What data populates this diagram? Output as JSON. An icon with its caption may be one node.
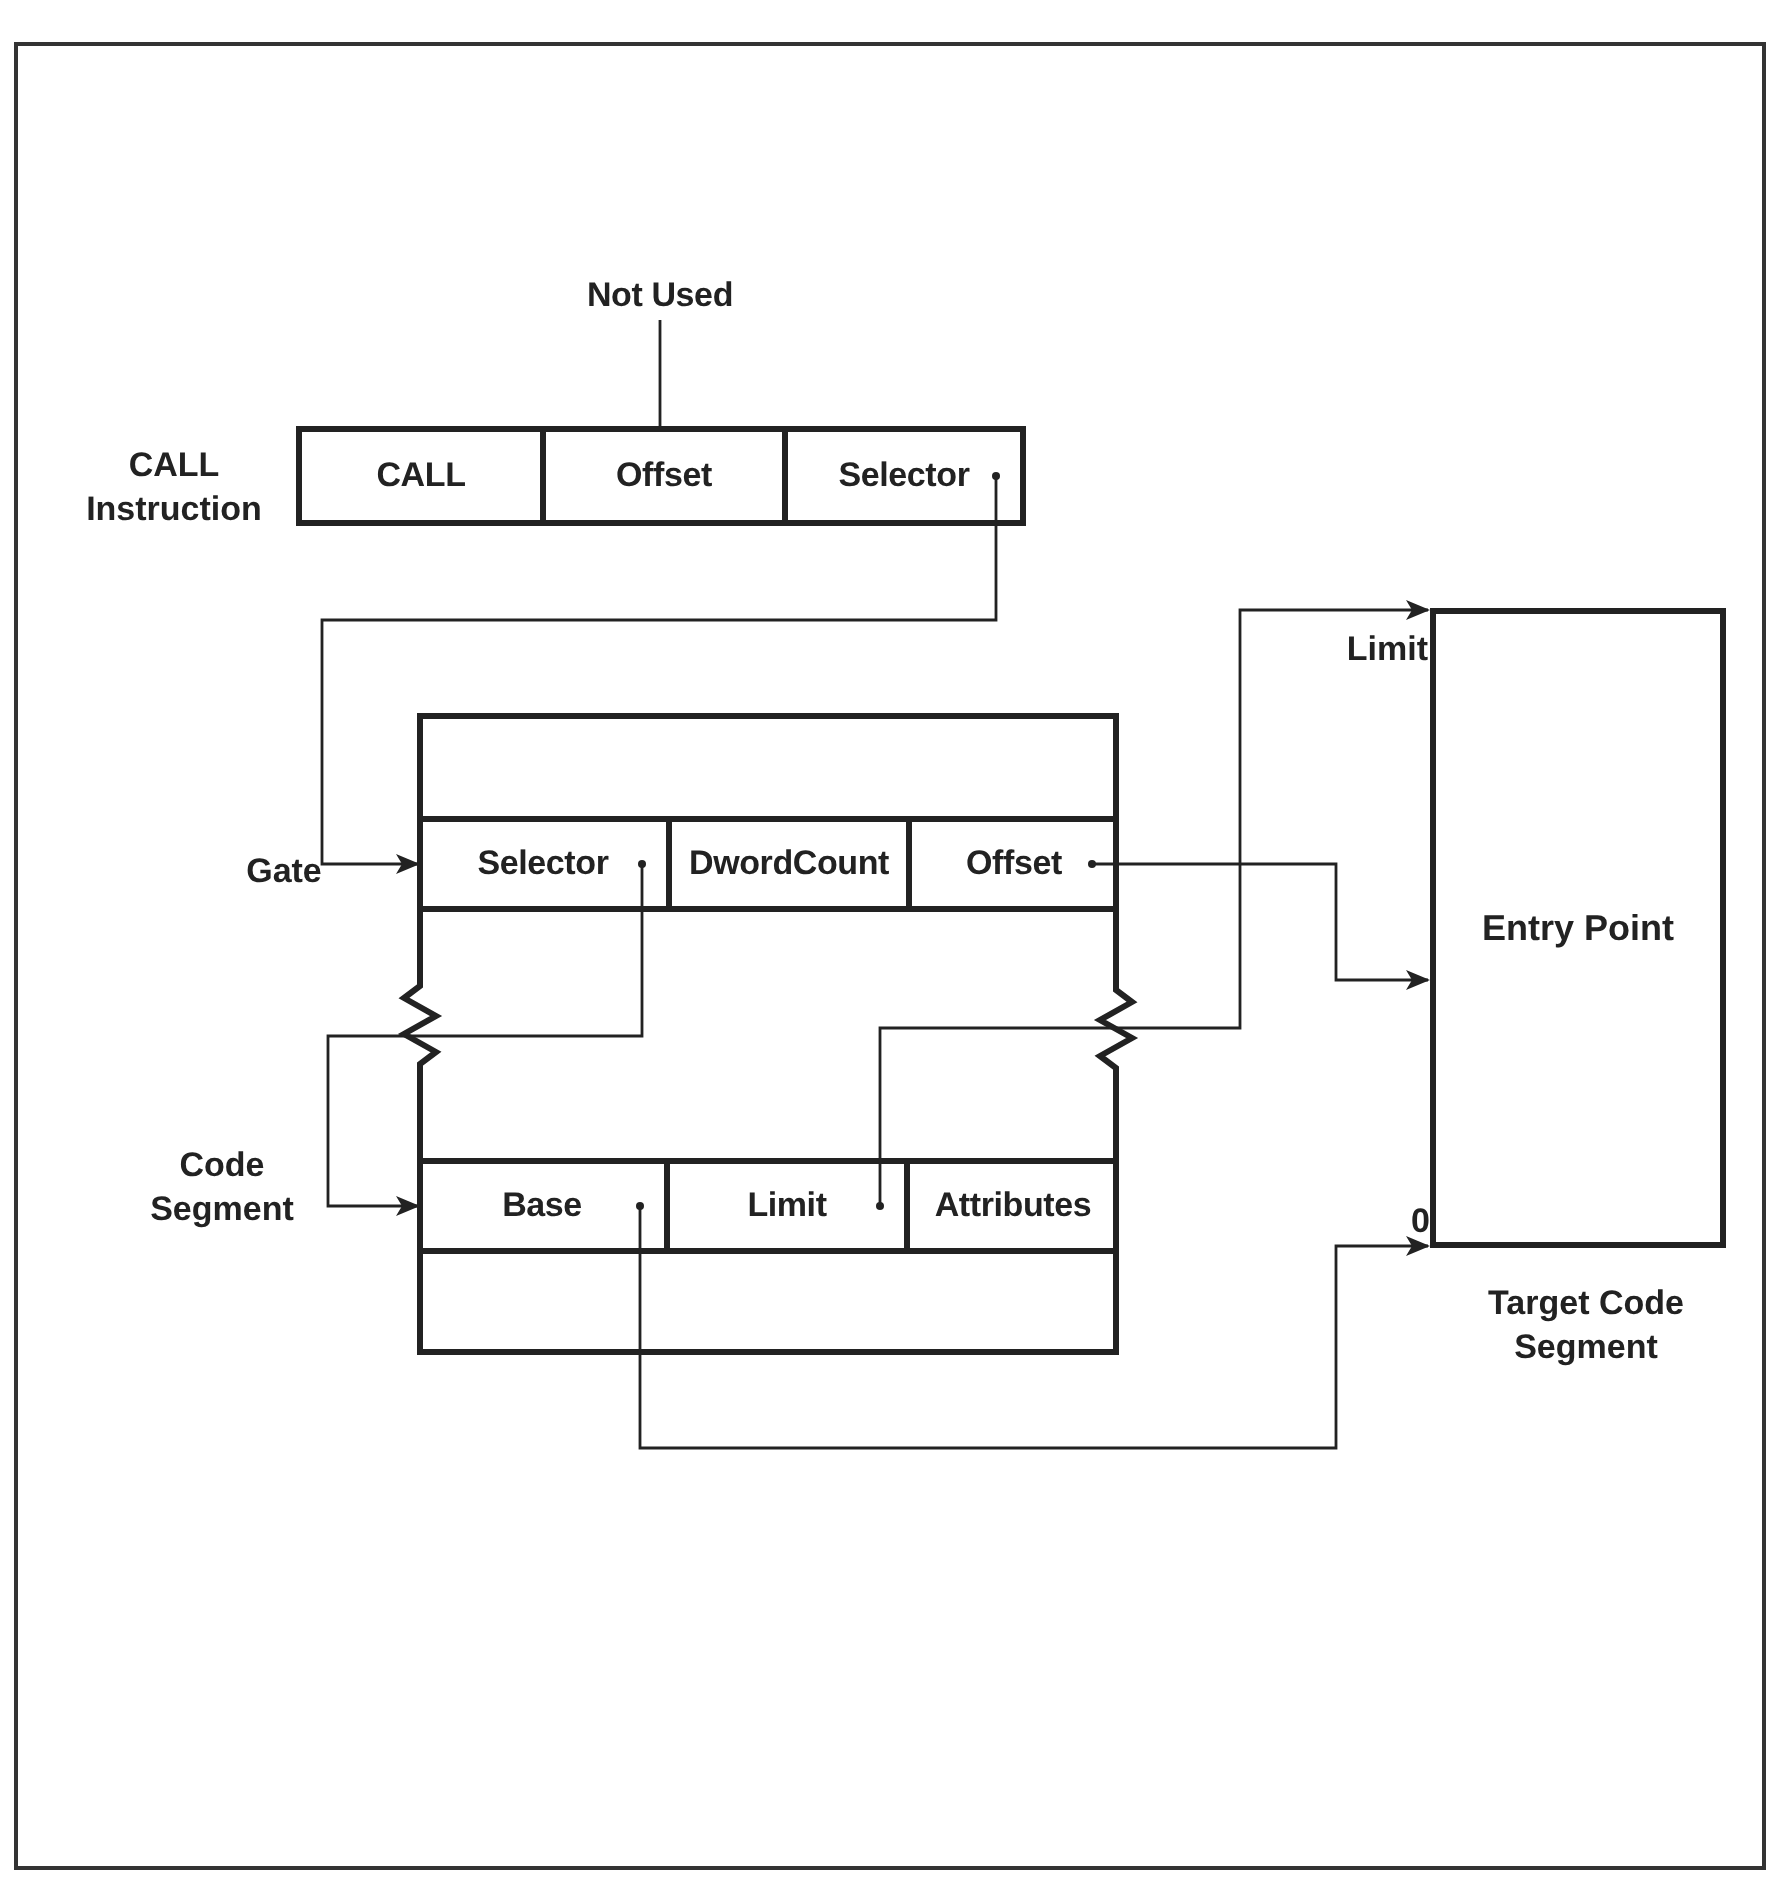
{
  "diagram": {
    "nodes": [
      {
        "text": [
          "Not Used"
        ]
      },
      {
        "text": [
          "CALL Instruction"
        ]
      },
      {
        "text": [
          "CALL"
        ],
        "in": 1
      },
      {
        "text": [
          "Offset"
        ],
        "in": 1
      },
      {
        "text": [
          "Selector"
        ],
        "in": 1
      },
      {
        "text": [],
        "shape": "box"
      },
      {
        "text": [
          "Gate"
        ],
        "in": 5
      },
      {
        "text": [
          "Selector"
        ],
        "in": 6
      },
      {
        "text": [
          "DwordCount"
        ],
        "in": 6
      },
      {
        "text": [
          "Offset"
        ],
        "in": 6
      },
      {
        "text": [
          "Code Segment"
        ],
        "in": 5
      },
      {
        "text": [
          "Base"
        ],
        "in": 10
      },
      {
        "text": [
          "Limit"
        ],
        "in": 10
      },
      {
        "text": [
          "Attributes"
        ],
        "in": 10
      },
      {
        "text": [
          "Entry Point",
          "Target Code Segment"
        ],
        "beside": [
          "Limit",
          "0"
        ]
      }
    ],
    "edges": [
      {
        "from": 0,
        "to": 3,
        "arrow": "none"
      },
      {
        "from": 4,
        "to": 6,
        "arrow": "to"
      },
      {
        "from": 7,
        "to": 10,
        "arrow": "to"
      },
      {
        "from": 9,
        "to": 14,
        "arrow": "to"
      },
      {
        "from": 12,
        "to": 14,
        "arrow": "to"
      },
      {
        "from": 11,
        "to": 14,
        "arrow": "to"
      }
    ]
  }
}
